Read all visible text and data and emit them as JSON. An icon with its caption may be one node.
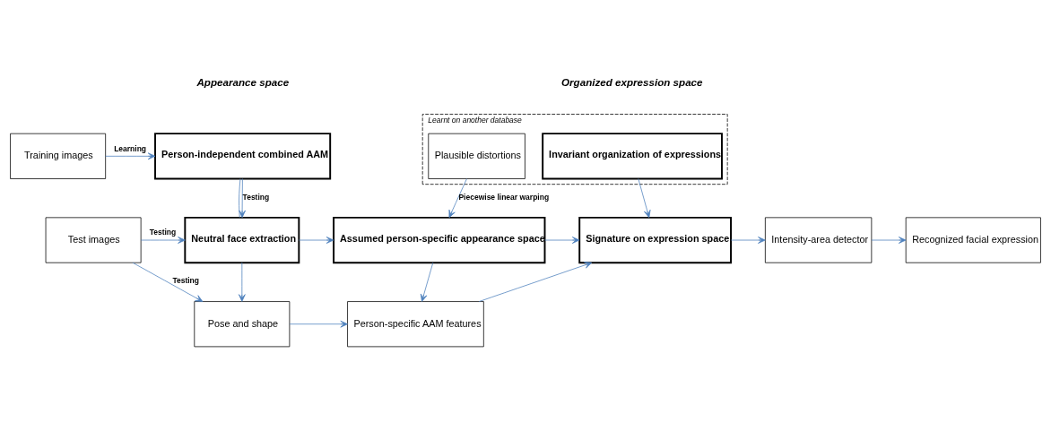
{
  "diagram": {
    "nodes": [
      {
        "text": [
          "Training images"
        ]
      },
      {
        "text": [
          "Person-independent combined AAM"
        ]
      },
      {
        "text": [
          "Learnt on another database"
        ]
      },
      {
        "text": [
          "Plausible distortions"
        ],
        "in": 2
      },
      {
        "text": [
          "Invariant organization of expressions"
        ],
        "in": 2
      },
      {
        "text": [
          "Test images"
        ]
      },
      {
        "text": [
          "Neutral face extraction"
        ]
      },
      {
        "text": [
          "Assumed person-specific appearance space"
        ]
      },
      {
        "text": [
          "Signature on expression space"
        ]
      },
      {
        "text": [
          "Intensity-area detector"
        ]
      },
      {
        "text": [
          "Recognized facial expression"
        ]
      },
      {
        "text": [
          "Pose and shape"
        ]
      },
      {
        "text": [
          "Person-specific AAM features"
        ]
      }
    ],
    "edges": [
      {
        "from": 0,
        "to": 1,
        "arrow": "to",
        "label": "Learning"
      },
      {
        "from": 1,
        "to": 6,
        "arrow": "none"
      },
      {
        "from": 1,
        "to": 6,
        "arrow": "to",
        "label": "Testing"
      },
      {
        "from": 3,
        "to": 7,
        "arrow": "to",
        "label": "Piecewise linear warping"
      },
      {
        "from": 4,
        "to": 8,
        "arrow": "to"
      },
      {
        "from": 5,
        "to": 6,
        "arrow": "to",
        "label": "Testing"
      },
      {
        "from": 6,
        "to": 7,
        "arrow": "to"
      },
      {
        "from": 7,
        "to": 8,
        "arrow": "to"
      },
      {
        "from": 8,
        "to": 9,
        "arrow": "to"
      },
      {
        "from": 9,
        "to": 10,
        "arrow": "to"
      },
      {
        "from": 6,
        "to": 11,
        "arrow": "to"
      },
      {
        "from": 7,
        "to": 12,
        "arrow": "to"
      },
      {
        "from": 5,
        "to": 11,
        "arrow": "to",
        "label": "Testing"
      },
      {
        "from": 11,
        "to": 12,
        "arrow": "to"
      },
      {
        "from": 12,
        "to": 8,
        "arrow": "to"
      }
    ],
    "labels": [
      "Appearance space",
      "Organized expression space"
    ]
  }
}
